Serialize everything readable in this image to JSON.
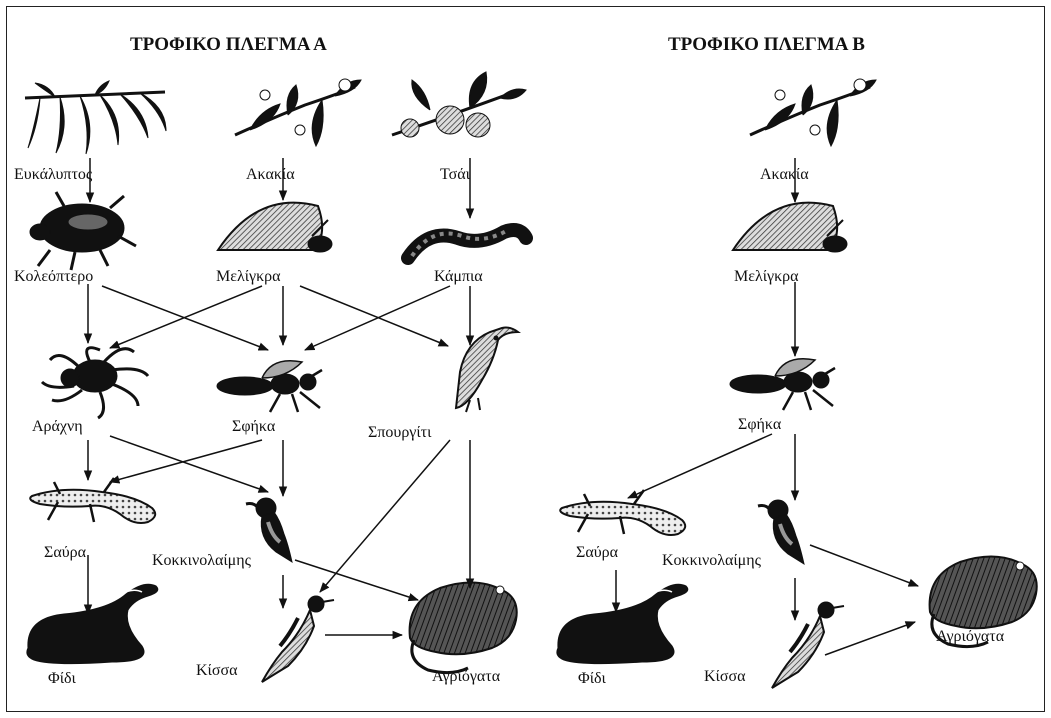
{
  "web_a": {
    "title": "ΤΡΟΦΙΚΟ ΠΛΕΓΜΑ Α",
    "organisms": {
      "eucalyptus": "Ευκάλυπτος",
      "acacia": "Ακακία",
      "tea": "Τσάι",
      "beetle": "Κολεόπτερο",
      "psyllid": "Μελίγκρα",
      "caterpillar": "Κάμπια",
      "spider": "Αράχνη",
      "wasp": "Σφήκα",
      "sparrow": "Σπουργίτι",
      "lizard": "Σαύρα",
      "robin": "Κοκκινολαίμης",
      "snake": "Φίδι",
      "magpie": "Κίσσα",
      "wildcat": "Αγριόγατα"
    }
  },
  "web_b": {
    "title": "ΤΡΟΦΙΚΟ ΠΛΕΓΜΑ Β",
    "organisms": {
      "acacia": "Ακακία",
      "psyllid": "Μελίγκρα",
      "wasp": "Σφήκα",
      "lizard": "Σαύρα",
      "robin": "Κοκκινολαίμης",
      "wildcat": "Αγριόγατα",
      "snake": "Φίδι",
      "magpie": "Κίσσα"
    }
  }
}
